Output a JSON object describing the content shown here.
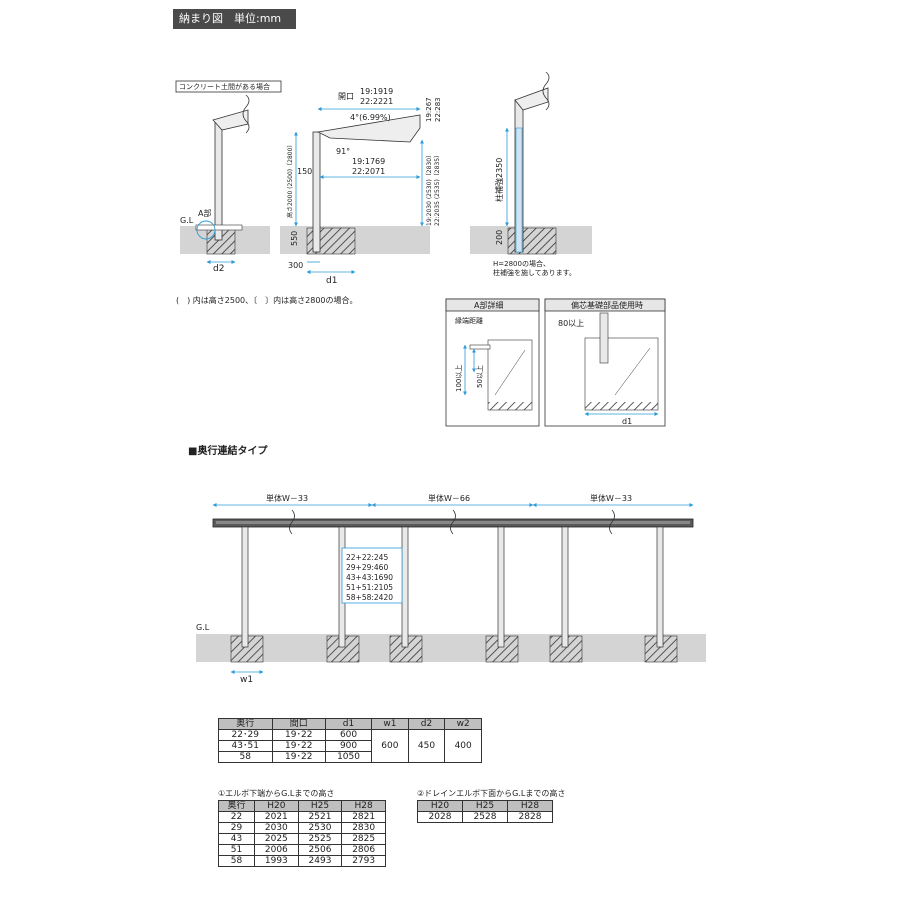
{
  "header": {
    "title": "納まり図　単位:mm"
  },
  "top": {
    "concrete_label": "コンクリート土間がある場合",
    "opening_label": "開口",
    "opening_19": "19:1919",
    "opening_22": "22:2221",
    "angle": "4°(6.99%)",
    "right_dim_19": "19:267",
    "right_dim_22": "22:283",
    "angle91": "91°",
    "inner_19": "19:1769",
    "inner_22": "22:2071",
    "dim150": "150",
    "height_left": "高さ2000 (2500)〔2800〕",
    "height_right_19": "19:2030 (2530)〔2830〕",
    "height_right_22": "22:2035 (2535)〔2835〕",
    "gl": "G.L",
    "a_part": "A部",
    "dim550": "550",
    "dim300": "300",
    "d1": "d1",
    "d2": "d2",
    "pillar_reinforce": "柱補強2350",
    "dim200": "200",
    "h2800_note1": "H=2800の場合、",
    "h2800_note2": "柱補強を施してあります。",
    "paren_note": "(　) 内は高さ2500、〔　〕内は高さ2800の場合。"
  },
  "detail_a": {
    "title": "A部詳細",
    "edge": "縁端距離",
    "dim100": "100以上",
    "dim50": "50以上"
  },
  "detail_b": {
    "title": "偏芯基礎部品使用時",
    "dim80": "80以上",
    "d1": "d1"
  },
  "section2": {
    "title": "■奥行連結タイプ",
    "span_left": "単体W－33",
    "span_mid": "単体W－66",
    "span_right": "単体W－33",
    "gl": "G.L",
    "w1": "w1",
    "combo_lines": [
      "22+22:245",
      "29+29:460",
      "43+43:1690",
      "51+51:2105",
      "58+58:2420"
    ]
  },
  "table_main": {
    "headers": [
      "奥行",
      "間口",
      "d1",
      "w1",
      "d2",
      "w2"
    ],
    "rows": [
      [
        "22･29",
        "19･22",
        "600"
      ],
      [
        "43･51",
        "19･22",
        "900"
      ],
      [
        "58",
        "19･22",
        "1050"
      ]
    ],
    "merged": {
      "w1": "600",
      "d2": "450",
      "w2": "400"
    }
  },
  "table_elbow": {
    "caption": "①エルボ下端からG.Lまでの高さ",
    "headers": [
      "奥行",
      "H20",
      "H25",
      "H28"
    ],
    "rows": [
      [
        "22",
        "2021",
        "2521",
        "2821"
      ],
      [
        "29",
        "2030",
        "2530",
        "2830"
      ],
      [
        "43",
        "2025",
        "2525",
        "2825"
      ],
      [
        "51",
        "2006",
        "2506",
        "2806"
      ],
      [
        "58",
        "1993",
        "2493",
        "2793"
      ]
    ]
  },
  "table_drain": {
    "caption": "②ドレインエルボ下面からG.Lまでの高さ",
    "headers": [
      "H20",
      "H25",
      "H28"
    ],
    "rows": [
      [
        "2028",
        "2528",
        "2828"
      ]
    ]
  }
}
